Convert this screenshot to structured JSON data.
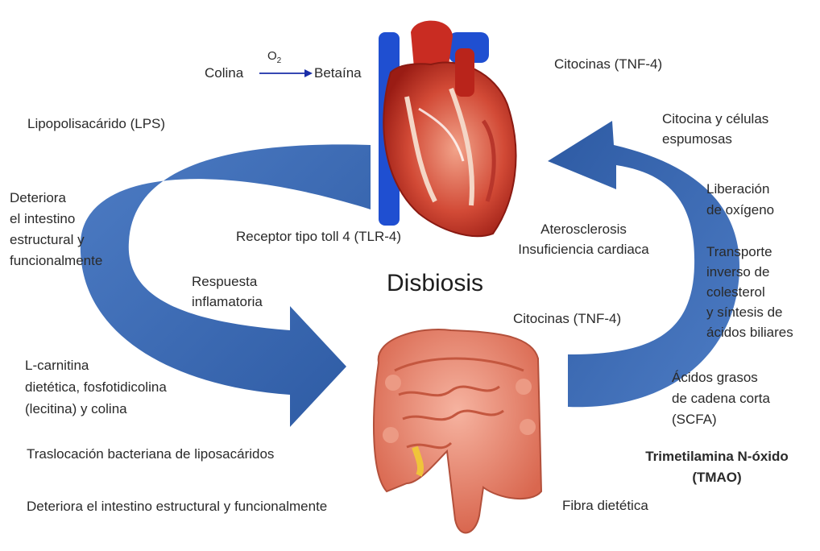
{
  "title": "Disbiosis",
  "reaction": {
    "from": "Colina",
    "to": "Betaína",
    "reagent": "O",
    "reagent_sub": "2"
  },
  "labels": {
    "lps": "Lipopolisacárido (LPS)",
    "deteriora_left": "Deteriora\nel intestino\nestructural y\nfuncionalmente",
    "receptor": "Receptor tipo toll 4 (TLR-4)",
    "respuesta": "Respuesta\ninflamatoria",
    "lcarnitina": "L-carnitina\ndietética, fosfotidicolina\n(lecitina) y colina",
    "traslocacion": "Traslocación bacteriana de liposacáridos",
    "deteriora_bottom": "Deteriora el intestino estructural y funcionalmente",
    "citocinas_top": "Citocinas (TNF-4)",
    "citocina_celulas": "Citocina y células\nespumosas",
    "liberacion": "Liberación\nde oxígeno",
    "transporte": "Transporte\ninverso de\ncolesterol\ny síntesis de\nácidos biliares",
    "aterosclerosis": "Aterosclerosis\nInsuficiencia cardiaca",
    "citocinas_mid": "Citocinas (TNF-4)",
    "acidos": "Ácidos grasos\nde cadena corta\n(SCFA)",
    "tmao": "Trimetilamina N-óxido\n(TMAO)",
    "fibra": "Fibra dietética"
  },
  "colors": {
    "arrow": "#3a68b3",
    "arrow_dark": "#274f95",
    "heart_red": "#c0281f",
    "heart_vein": "#1f4fd1",
    "intestine": "#e4856f"
  },
  "icons": {
    "heart": "heart-illustration",
    "intestine": "intestine-illustration"
  }
}
